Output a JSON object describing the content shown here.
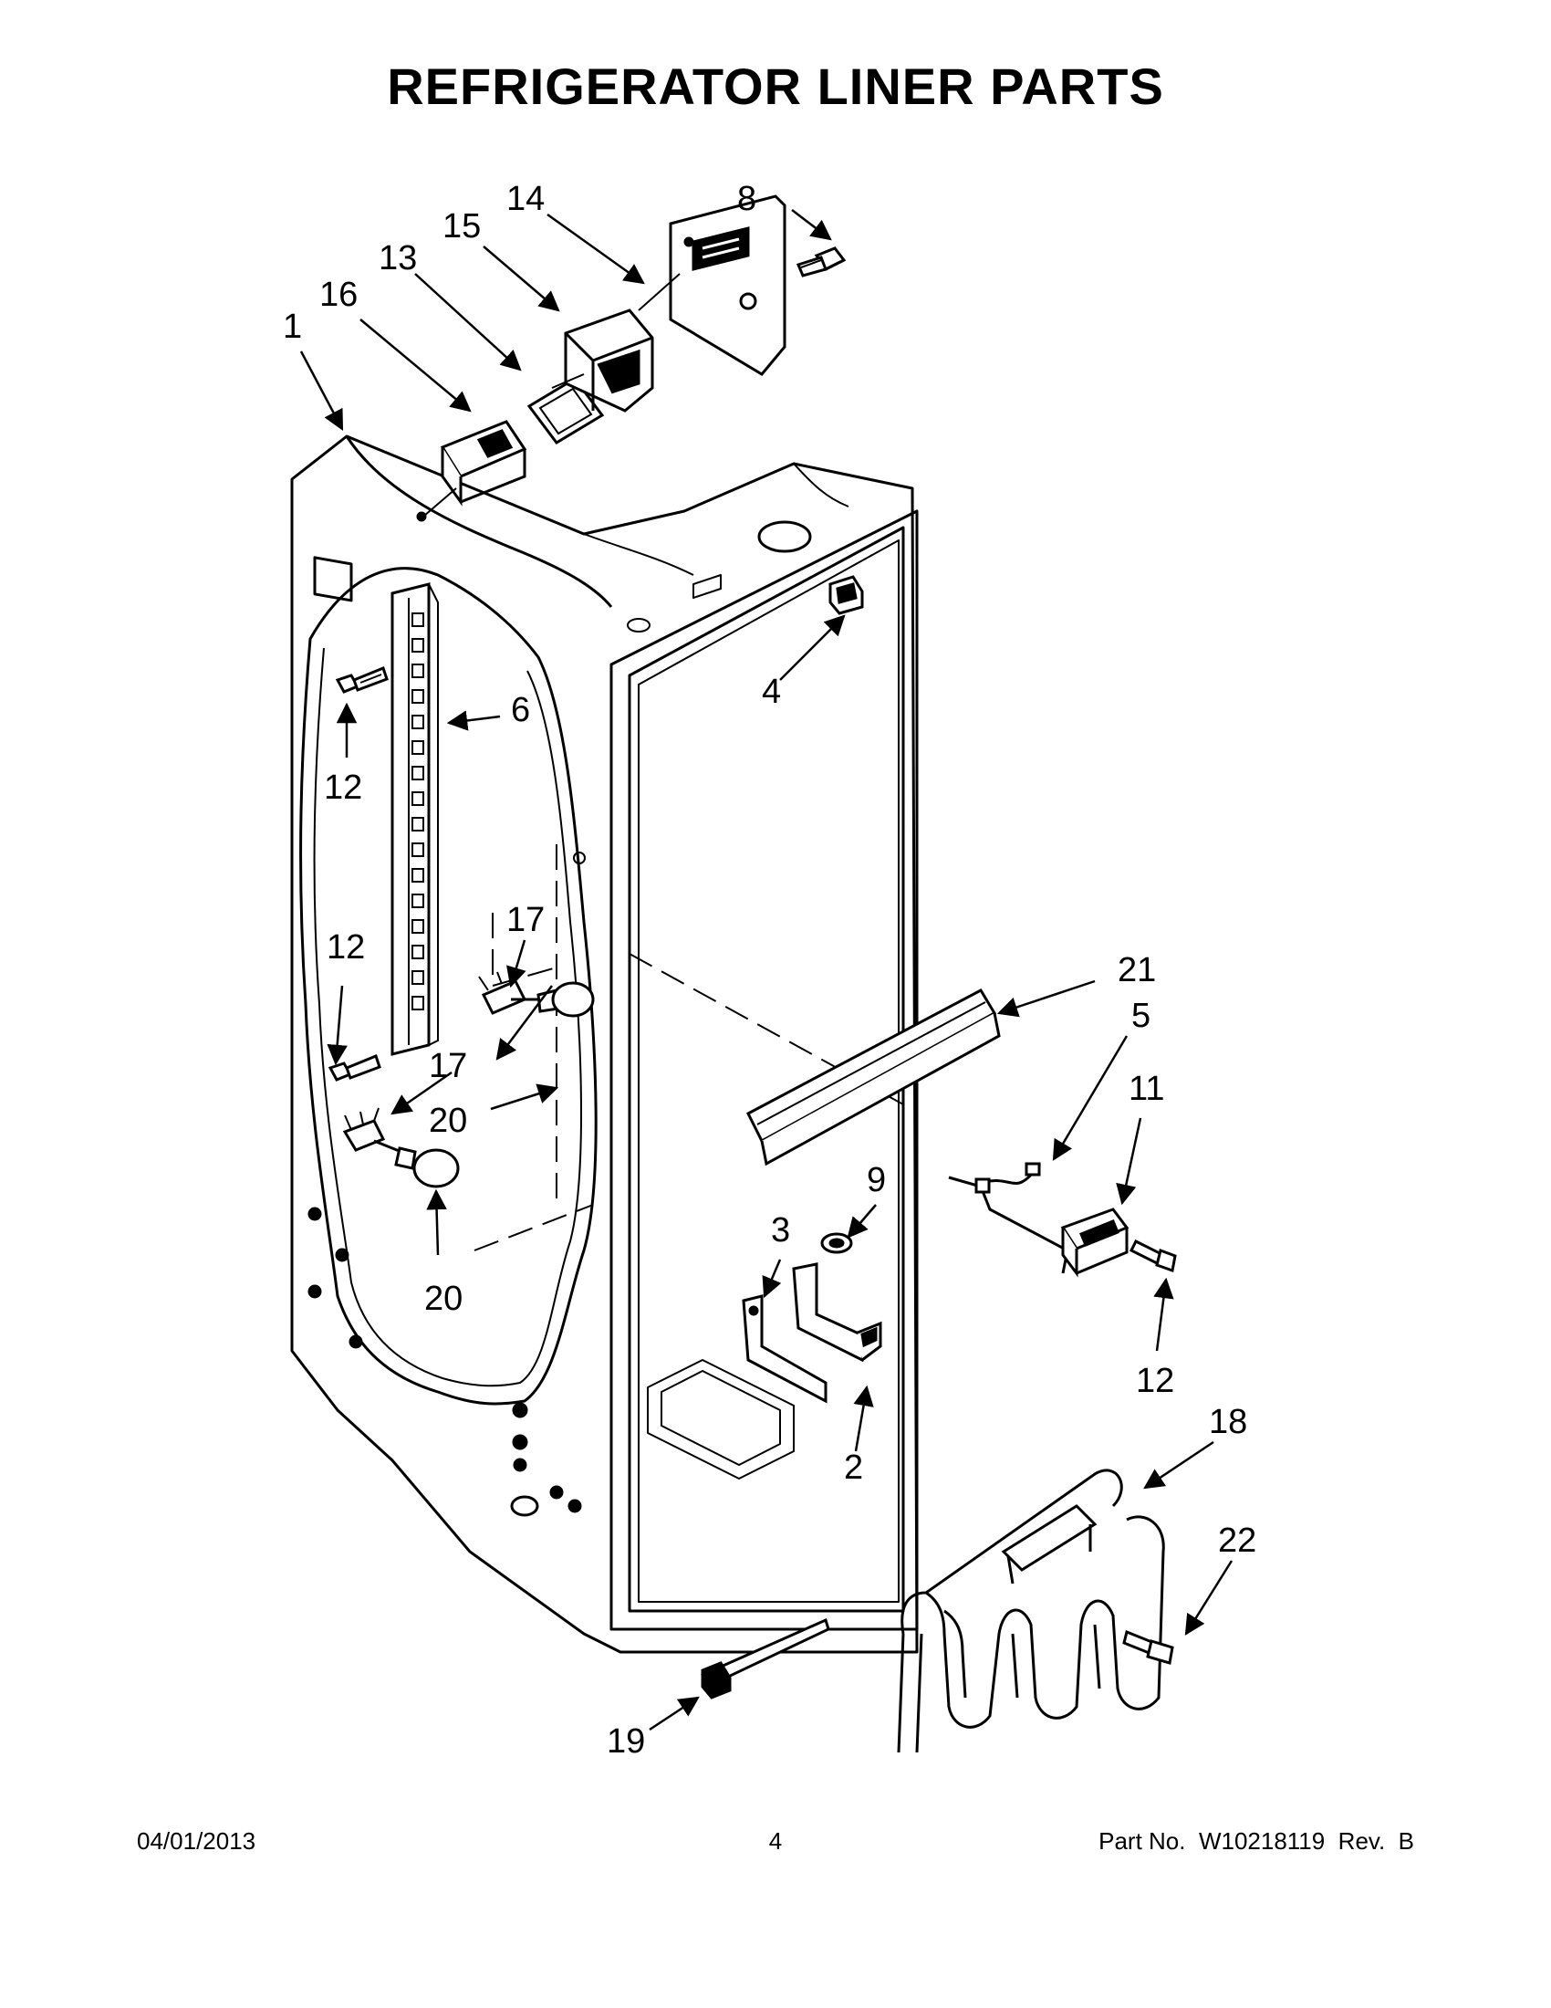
{
  "title": "REFRIGERATOR LINER PARTS",
  "callouts": {
    "c1": "1",
    "c2": "2",
    "c3": "3",
    "c4": "4",
    "c5": "5",
    "c6": "6",
    "c8": "8",
    "c9": "9",
    "c11": "11",
    "c12a": "12",
    "c12b": "12",
    "c12c": "12",
    "c13": "13",
    "c14": "14",
    "c15": "15",
    "c16": "16",
    "c17a": "17",
    "c17b": "17",
    "c18": "18",
    "c19": "19",
    "c20a": "20",
    "c20b": "20",
    "c21": "21",
    "c22": "22"
  },
  "footer": {
    "date": "04/01/2013",
    "page": "4",
    "part_no": "Part No.  W10218119  Rev.  B"
  }
}
